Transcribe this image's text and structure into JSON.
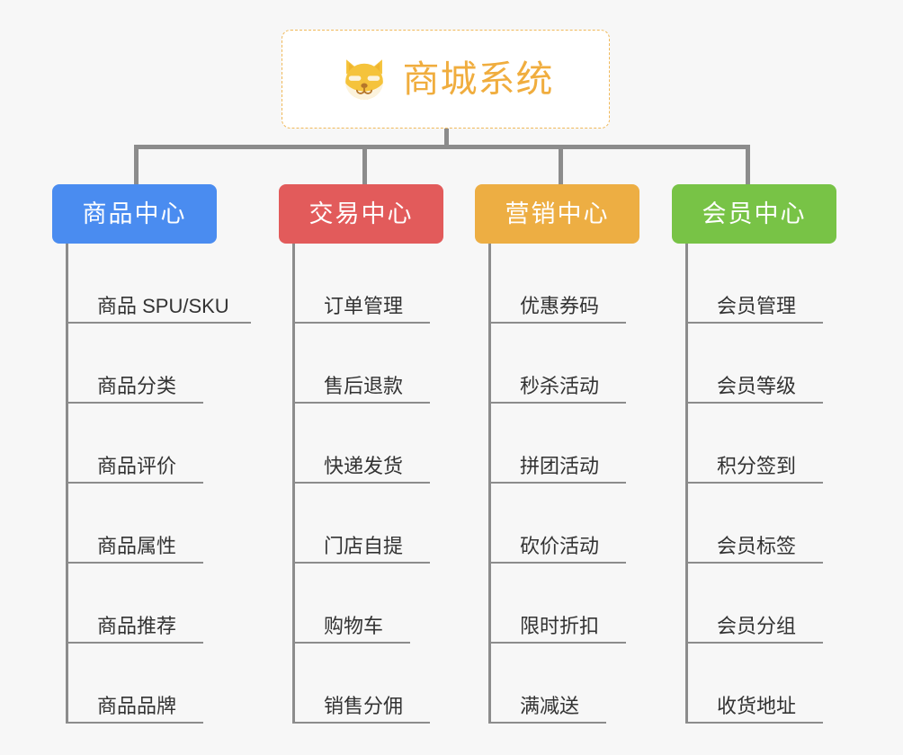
{
  "diagram": {
    "type": "mindmap",
    "orientation": "top-down",
    "background_color": "#f7f7f7",
    "connector_color": "#8c8c8c"
  },
  "root": {
    "title": "商城系统",
    "logo_icon": "shiba-dog-face-icon",
    "text_color": "#f0ad3e",
    "border_color": "#f0b95a",
    "background_color": "#ffffff"
  },
  "branches": [
    {
      "label": "商品中心",
      "color": "#4a8cf0",
      "items": [
        "商品 SPU/SKU",
        "商品分类",
        "商品评价",
        "商品属性",
        "商品推荐",
        "商品品牌"
      ]
    },
    {
      "label": "交易中心",
      "color": "#e25b5b",
      "items": [
        "订单管理",
        "售后退款",
        "快递发货",
        "门店自提",
        "购物车",
        "销售分佣"
      ]
    },
    {
      "label": "营销中心",
      "color": "#edae43",
      "items": [
        "优惠券码",
        "秒杀活动",
        "拼团活动",
        "砍价活动",
        "限时折扣",
        "满减送"
      ]
    },
    {
      "label": "会员中心",
      "color": "#78c346",
      "items": [
        "会员管理",
        "会员等级",
        "积分签到",
        "会员标签",
        "会员分组",
        "收货地址"
      ]
    }
  ]
}
